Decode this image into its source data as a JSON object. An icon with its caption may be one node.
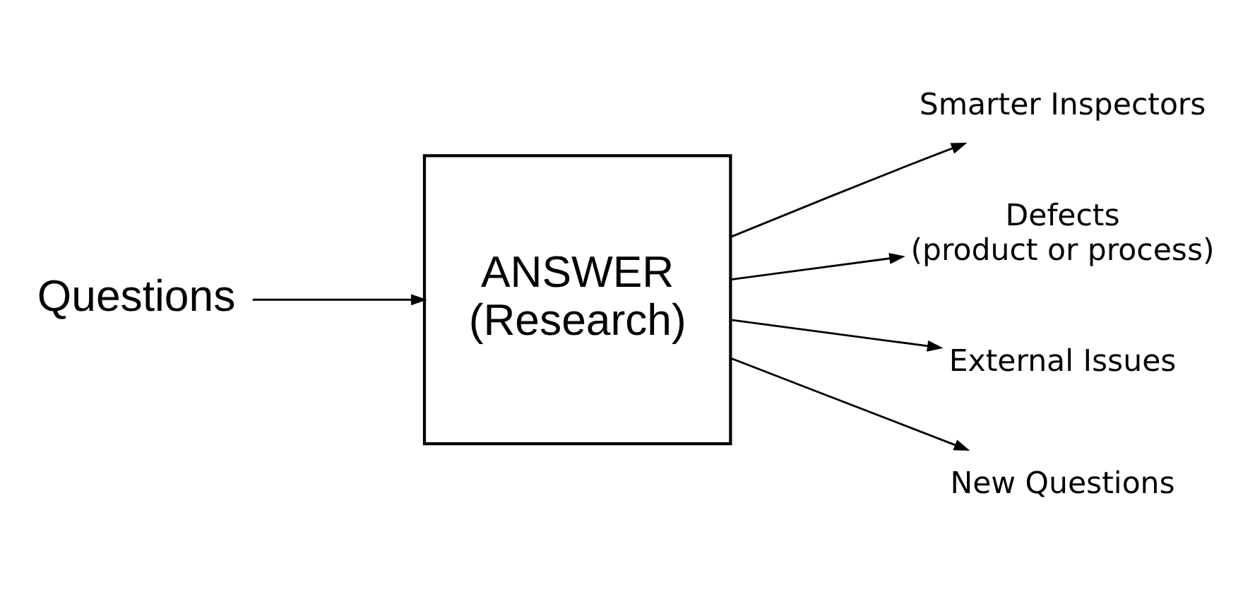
{
  "diagram": {
    "nodes": [
      {
        "text": [
          "Questions"
        ]
      },
      {
        "text": [
          "ANSWER",
          "(Research)"
        ]
      },
      {
        "text": [
          "Smarter Inspectors"
        ]
      },
      {
        "text": [
          "Defects",
          "(product or process)"
        ]
      },
      {
        "text": [
          "External Issues"
        ]
      },
      {
        "text": [
          "New Questions"
        ]
      }
    ],
    "edges": [
      {
        "from": 0,
        "to": 1,
        "arrow": "to"
      },
      {
        "from": 1,
        "to": 2,
        "arrow": "to"
      },
      {
        "from": 1,
        "to": 3,
        "arrow": "to"
      },
      {
        "from": 1,
        "to": 4,
        "arrow": "to"
      },
      {
        "from": 1,
        "to": 5,
        "arrow": "to"
      }
    ]
  }
}
